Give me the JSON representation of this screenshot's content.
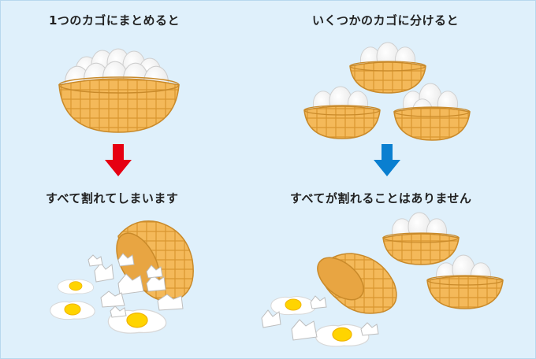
{
  "left_panel": {
    "top_caption": "1つのカゴにまとめると",
    "bottom_caption": "すべて割れてしまいます",
    "arrow_color": "#e60012"
  },
  "right_panel": {
    "top_caption": "いくつかのカゴに分けると",
    "bottom_caption": "すべてが割れることはありません",
    "arrow_color": "#0a7fd0"
  },
  "colors": {
    "background": "#dff0fb",
    "basket": "#f4b95a",
    "basket_dark": "#c98a2a",
    "egg": "#ffffff",
    "yolk": "#ffd400"
  }
}
